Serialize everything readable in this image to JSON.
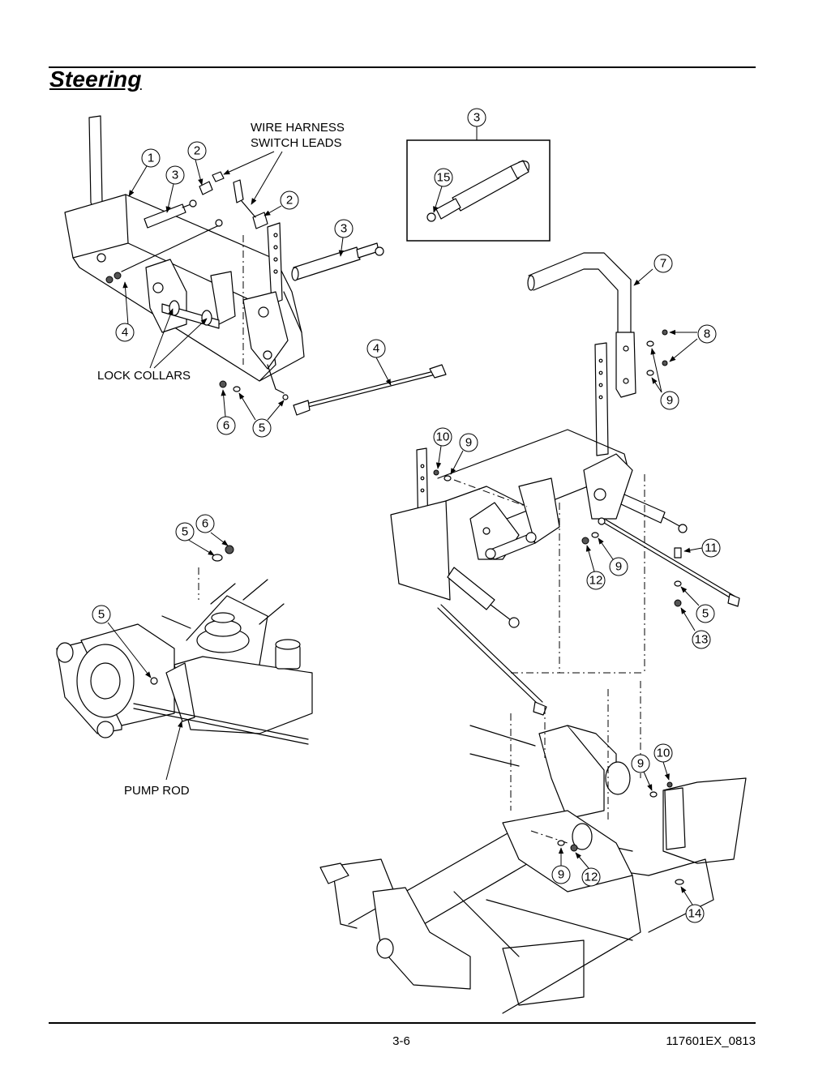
{
  "page": {
    "title": "Steering",
    "page_number": "3-6",
    "document_id": "117601EX_0813"
  },
  "labels": {
    "wire_harness_line1": "WIRE HARNESS",
    "wire_harness_line2": "SWITCH LEADS",
    "lock_collars": "LOCK COLLARS",
    "pump_rod": "PUMP ROD"
  },
  "callouts": {
    "c1": "1",
    "c2a": "2",
    "c2b": "2",
    "c3a": "3",
    "c3b": "3",
    "c3c": "3",
    "c4a": "4",
    "c4b": "4",
    "c5a": "5",
    "c5b": "5",
    "c5c": "5",
    "c5d": "5",
    "c6a": "6",
    "c6b": "6",
    "c7": "7",
    "c8": "8",
    "c9a": "9",
    "c9b": "9",
    "c9c": "9",
    "c9d": "9",
    "c9e": "9",
    "c10a": "10",
    "c10b": "10",
    "c11": "11",
    "c12a": "12",
    "c12b": "12",
    "c13": "13",
    "c14": "14",
    "c15": "15"
  }
}
